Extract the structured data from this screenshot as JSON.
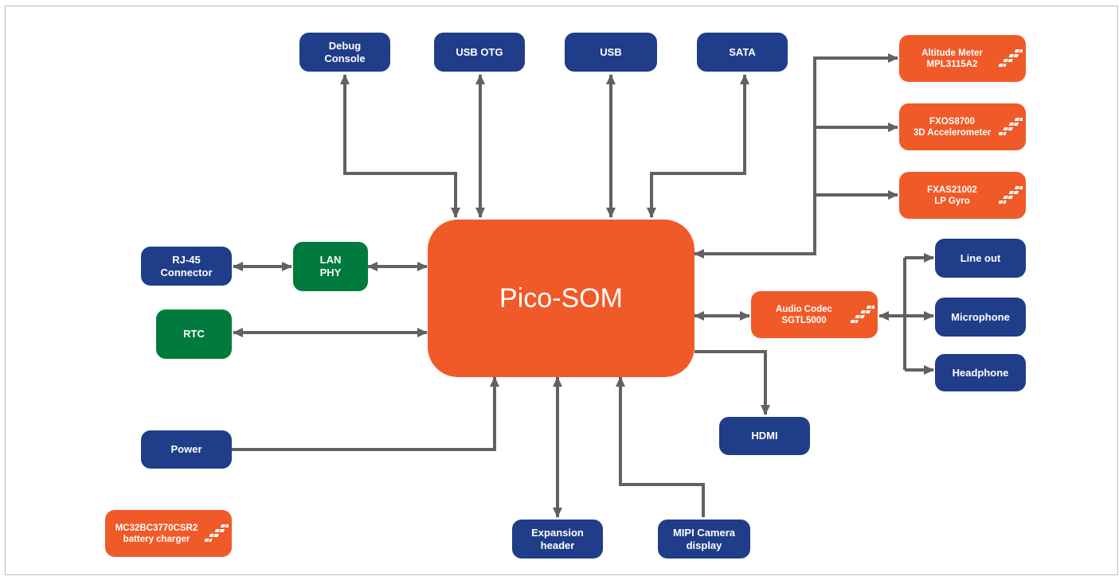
{
  "diagram": {
    "center": {
      "label": "Pico-SOM"
    },
    "top": {
      "debug_console": "Debug\nConsole",
      "usb_otg": "USB OTG",
      "usb": "USB",
      "sata": "SATA"
    },
    "left": {
      "rj45": "RJ-45\nConnector",
      "lan_phy": "LAN\nPHY",
      "rtc": "RTC",
      "power": "Power",
      "battery_charger": "MC32BC3770CSR2\nbattery charger"
    },
    "sensors": {
      "altitude_meter": "Altitude Meter\nMPL3115A2",
      "accelerometer": "FXOS8700\n3D Accelerometer",
      "gyro": "FXAS21002\nLP Gyro"
    },
    "audio": {
      "codec": "Audio Codec\nSGTL5000",
      "line_out": "Line out",
      "microphone": "Microphone",
      "headphone": "Headphone"
    },
    "bottom": {
      "hdmi": "HDMI",
      "expansion_header": "Expansion\nheader",
      "mipi_camera": "MIPI Camera\ndisplay"
    },
    "colors": {
      "interface_blue": "#1f3d88",
      "board_green": "#007a3d",
      "nxp_orange": "#f05a28",
      "connector_gray": "#616161"
    },
    "icons": {
      "vendor_logo": "nxp-logo-icon"
    }
  }
}
